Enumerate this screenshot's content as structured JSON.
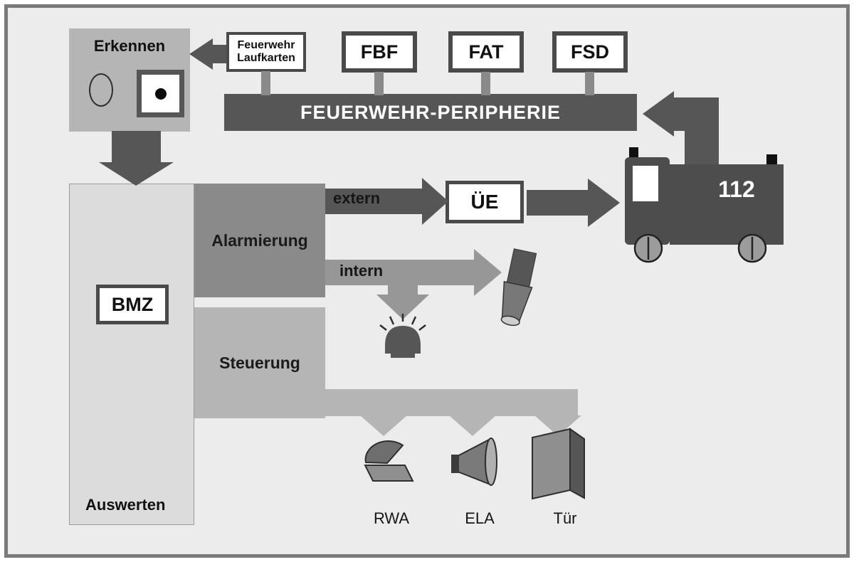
{
  "boxes": {
    "erkennen": "Erkennen",
    "laufkarten_line1": "Feuerwehr",
    "laufkarten_line2": "Laufkarten",
    "fbf": "FBF",
    "fat": "FAT",
    "fsd": "FSD",
    "peripherie": "FEUERWEHR-PERIPHERIE",
    "bmz": "BMZ",
    "auswerten": "Auswerten",
    "alarmierung": "Alarmierung",
    "steuerung": "Steuerung",
    "ue": "ÜE",
    "truck_number": "112"
  },
  "labels": {
    "extern": "extern",
    "intern": "intern",
    "rwa": "RWA",
    "ela": "ELA",
    "tuer": "Tür"
  },
  "icons": [
    "smoke-detector-icon",
    "manual-call-point-icon",
    "fire-truck-icon",
    "beacon-icon",
    "horn-icon",
    "rwa-vent-icon",
    "ela-speaker-icon",
    "door-icon"
  ],
  "colors": {
    "bg": "#ececec",
    "frame": "#7a7a7a",
    "dark": "#565656",
    "truck": "#4d4d4d",
    "mid": "#8a8a8a",
    "intern": "#979797",
    "light": "#b5b5b5",
    "panel": "#dcdcdc",
    "border": "#4a4a4a",
    "white": "#ffffff",
    "text": "#111111"
  }
}
